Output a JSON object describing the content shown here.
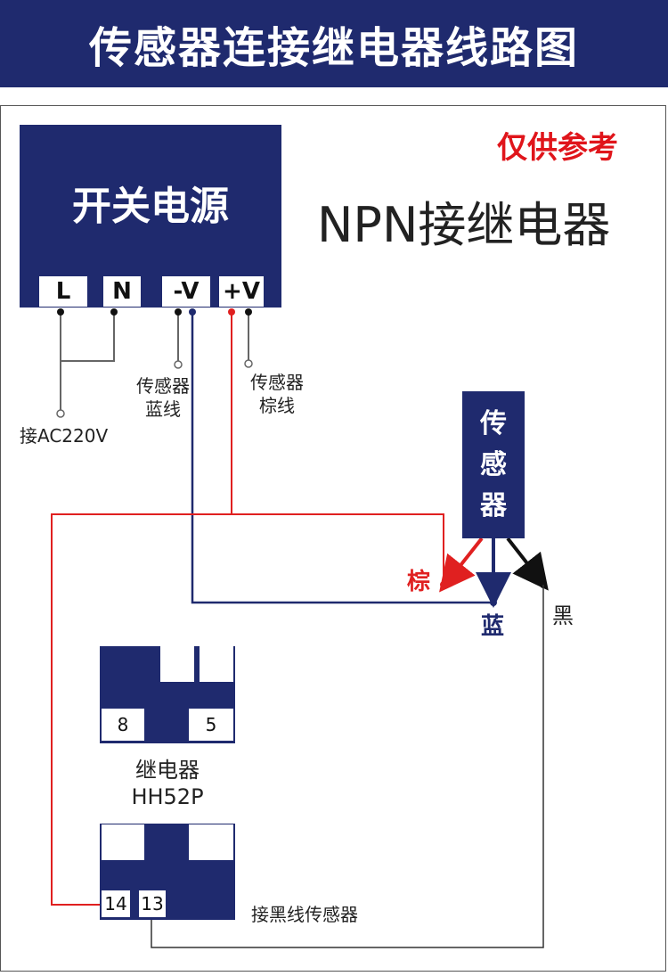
{
  "header": {
    "title": "传感器连接继电器线路图"
  },
  "reference_note": "仅供参考",
  "diagram_title": "NPN接继电器",
  "power_supply": {
    "title": "开关电源",
    "terminals": [
      "L",
      "N",
      "-V",
      "+V"
    ]
  },
  "labels": {
    "ac_input": "接AC220V",
    "sensor_blue": [
      "传感器",
      "蓝线"
    ],
    "sensor_brown": [
      "传感器",
      "棕线"
    ],
    "wire_brown": "棕",
    "wire_blue": "蓝",
    "wire_black": "黑",
    "relay_note": "接黑线传感器"
  },
  "sensor": {
    "chars": [
      "传",
      "感",
      "器"
    ]
  },
  "relay": {
    "name": "继电器",
    "model": "HH52P",
    "pins": {
      "p8": "8",
      "p5": "5",
      "p14": "14",
      "p13": "13"
    }
  },
  "colors": {
    "navy": "#1f2a6e",
    "red": "#e0151b",
    "brown_wire": "#e02020",
    "blue_wire": "#1f2a6e",
    "black_wire": "#111111",
    "gray_wire": "#666666"
  }
}
